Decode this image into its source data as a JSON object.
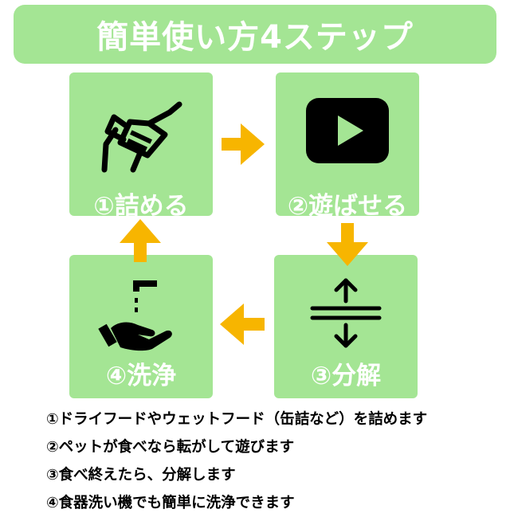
{
  "banner": {
    "title": "簡単使い方4ステップ"
  },
  "steps": [
    {
      "label": "①詰める",
      "icon": "fuel-nozzle-icon"
    },
    {
      "label": "②遊ばせる",
      "icon": "play-button-icon"
    },
    {
      "label": "③分解",
      "icon": "separate-arrows-icon"
    },
    {
      "label": "④洗浄",
      "icon": "hand-wash-icon"
    }
  ],
  "notes": [
    "①ドライフードやウェットフード（缶詰など）を詰めます",
    "②ペットが食べなら転がして遊びます",
    "③食べ終えたら、分解します",
    "④食器洗い機でも簡単に洗浄できます"
  ],
  "colors": {
    "card": "#a4e594",
    "arrow": "#f7b500",
    "icon": "#000000",
    "text_on_card": "#ffffff"
  }
}
